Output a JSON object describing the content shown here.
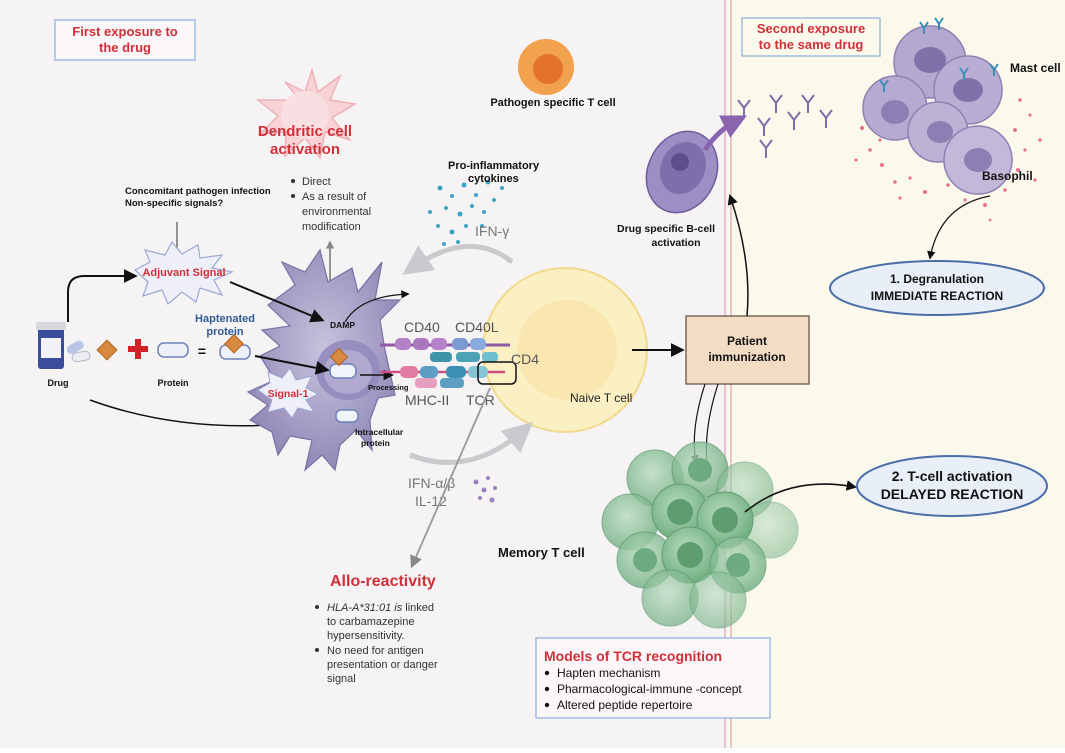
{
  "left_panel": {
    "title_line1": "First exposure to",
    "title_line2": "the drug",
    "bg_color": "#f6f3f4",
    "border_color": "#e3b3bd"
  },
  "right_panel": {
    "title_line1": "Second exposure",
    "title_line2": "to the same drug",
    "bg_color": "#fbf9ec"
  },
  "drug": {
    "label": "Drug",
    "protein_label": "Protein",
    "plus": "+",
    "equals": "=",
    "haptenated_line1": "Haptenated",
    "haptenated_line2": "protein"
  },
  "pathogen_tcell": {
    "label": "Pathogen specific T cell"
  },
  "dendritic_activation": {
    "title_line1": "Dendritic cell",
    "title_line2": "activation",
    "bullets": [
      "Direct",
      "As a result of",
      "environmental",
      "modification"
    ]
  },
  "concomitant": {
    "line1": "Concomitant pathogen infection",
    "line2": "Non-specific signals?"
  },
  "adjuvant_signal": {
    "label": "Adjuvant Signal"
  },
  "signal1": {
    "label": "Signal-1"
  },
  "labels": {
    "damp": "DAMP",
    "processing": "Processing",
    "intracellular_line1": "Intracellular",
    "intracellular_line2": "protein",
    "cd40": "CD40",
    "cd40l": "CD40L",
    "cd4": "CD4",
    "mhc": "MHC-II",
    "tcr": "TCR",
    "naive": "Naive T cell",
    "ifn_ab": "IFN-α/β",
    "il12": "IL-12",
    "ifng": "IFN-γ",
    "proinf_line1": "Pro-inflammatory",
    "proinf_line2": "cytokines",
    "memory": "Memory T cell"
  },
  "allo": {
    "title": "Allo-reactivity",
    "b1_italic": "HLA-A*31:01 is",
    "b1_rest": " linked",
    "b1_line2": "to carbamazepine",
    "b1_line3": "hypersensitivity.",
    "b2_line1": "No need for antigen",
    "b2_line2": "presentation or danger",
    "b2_line3": "signal"
  },
  "patient": {
    "line1": "Patient",
    "line2": "immunization"
  },
  "bcell": {
    "line1": "Drug specific B-cell",
    "line2": "activation"
  },
  "mast": {
    "label": "Mast cell"
  },
  "basophil": {
    "label": "Basophil"
  },
  "degranulation": {
    "line1": "1.  Degranulation",
    "line2": "IMMEDIATE REACTION"
  },
  "tcell_activation": {
    "line1": "2. T-cell activation",
    "line2": "DELAYED REACTION"
  },
  "models": {
    "title": "Models of TCR recognition",
    "items": [
      "Hapten mechanism",
      "Pharmacological-immune -concept",
      "Altered peptide repertoire"
    ]
  },
  "colors": {
    "title_red": "#d1303a",
    "dc_purple": "#8c82b0",
    "naive_fill": "#fbefc4",
    "memory_green": "#7dbd8d",
    "patient_fill": "#f3dcc4",
    "ellipse_fill": "#e8eff9",
    "arrow_gray": "#999999"
  }
}
